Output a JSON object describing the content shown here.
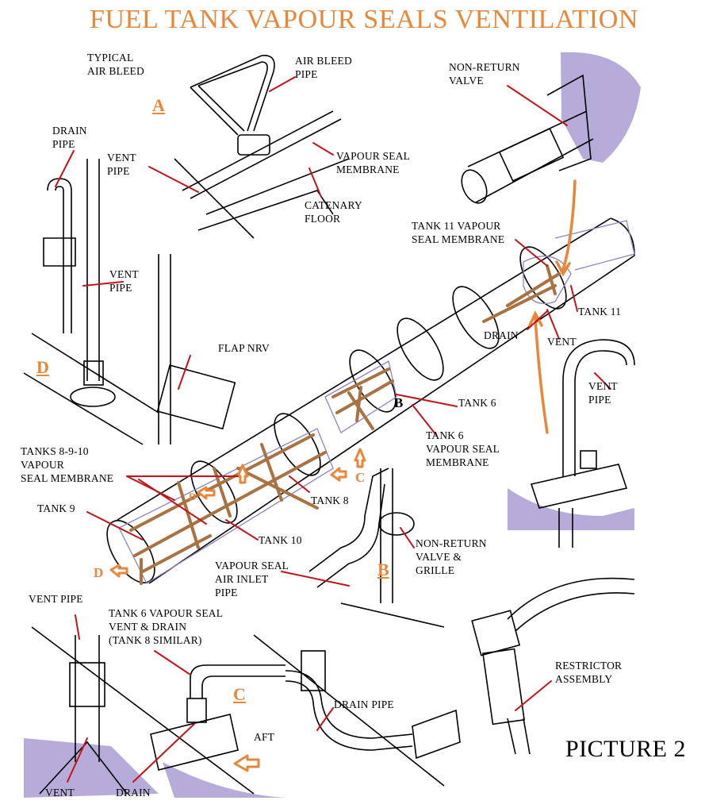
{
  "title": "FUEL TANK VAPOUR SEALS VENTILATION",
  "picture_label": "PICTURE 2",
  "panel_letters": {
    "a": "A",
    "b": "B",
    "c": "C",
    "d": "D"
  },
  "inline_letters": {
    "b_inside": "B",
    "c_arrow": "C",
    "d_arrow": "D",
    "d_small": "D"
  },
  "labels": {
    "typical_air_bleed": "TYPICAL\nAIR BLEED",
    "air_bleed_pipe": "AIR BLEED\nPIPE",
    "non_return_valve_top": "NON-RETURN\nVALVE",
    "drain_pipe_left": "DRAIN\nPIPE",
    "vent_pipe_a": "VENT\nPIPE",
    "vapour_seal_membrane_a": "VAPOUR SEAL\nMEMBRANE",
    "catenary_floor": "CATENARY\nFLOOR",
    "tank11_membrane": "TANK 11 VAPOUR\nSEAL MEMBRANE",
    "vent_pipe_d": "VENT\nPIPE",
    "tank11": "TANK 11",
    "drain_mid": "DRAIN",
    "vent_mid": "VENT",
    "flap_nrv": "FLAP NRV",
    "vent_pipe_right": "VENT\nPIPE",
    "tank6": "TANK 6",
    "tank6_membrane": "TANK 6\nVAPOUR SEAL\nMEMBRANE",
    "tanks_8_9_10": "TANKS 8-9-10\nVAPOUR\nSEAL MEMBRANE",
    "tank8": "TANK 8",
    "tank9": "TANK 9",
    "tank10": "TANK 10",
    "nrv_grille": "NON-RETURN\nVALVE &\nGRILLE",
    "vapour_seal_air_inlet": "VAPOUR SEAL\nAIR INLET\nPIPE",
    "vent_pipe_bottom": "VENT PIPE",
    "tank6_vent_drain": "TANK 6 VAPOUR SEAL\nVENT & DRAIN\n(TANK 8 SIMILAR)",
    "restrictor": "RESTRICTOR\nASSEMBLY",
    "drain_pipe_bottom": "DRAIN PIPE",
    "aft": "AFT",
    "vent_bottom": "VENT",
    "drain_bottom": "DRAIN"
  },
  "colors": {
    "accent": "#e8873a",
    "pipe": "#a87242",
    "leader": "#c3141a",
    "shade": "#b7acd9",
    "outline": "#8a85c9"
  }
}
